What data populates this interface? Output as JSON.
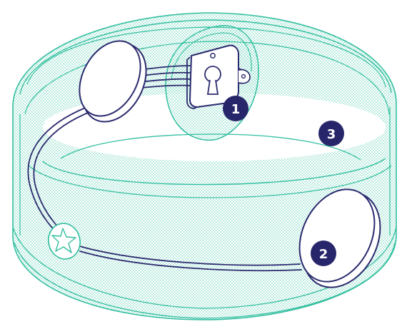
{
  "colors": {
    "band_stroke": "#33bfa0",
    "band_dots": "#5fcfb4",
    "wire": "#2b2a6e",
    "badge_fill": "#27266a",
    "badge_text": "#ffffff",
    "background": "#ffffff"
  },
  "callouts": [
    {
      "label": "1",
      "target": "sensor-module"
    },
    {
      "label": "2",
      "target": "electrode-pad-right"
    },
    {
      "label": "3",
      "target": "fabric-band"
    }
  ],
  "icons": {
    "logo": "star-logo-icon",
    "module_symbol": "keyhole-icon"
  }
}
